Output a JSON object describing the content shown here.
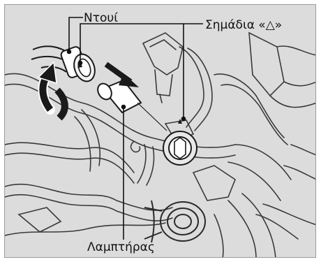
{
  "labels": {
    "socket": "Ντουί",
    "marks": "Σημάδια «△»",
    "bulb": "Λαμπτήρας"
  },
  "colors": {
    "background": "#dcdcdc",
    "line": "#1a1a1a",
    "arrow": "#1a1a1a"
  },
  "icons": {
    "rotate_arrow": "curved-rotate-arrow",
    "pull_arrow": "double-arrow-diagonal"
  }
}
